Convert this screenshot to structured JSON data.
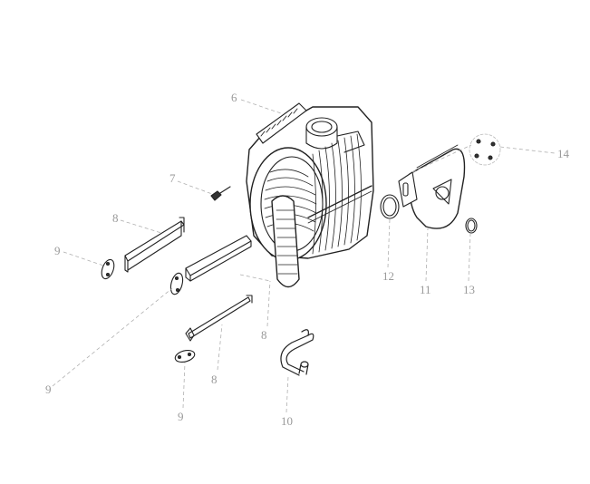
{
  "diagram": {
    "type": "exploded-parts-view",
    "subject": "heat exchanger / burner assembly",
    "colors": {
      "background": "#ffffff",
      "line_art": "#222222",
      "leader_lines": "#b0b0b0",
      "labels": "#9a9a9a"
    },
    "callouts": [
      {
        "id": "c6",
        "label": "6",
        "part": "finned heat exchanger body"
      },
      {
        "id": "c7",
        "label": "7",
        "part": "sensor / electrode"
      },
      {
        "id": "c8a",
        "label": "8",
        "part": "bracket (upper left)"
      },
      {
        "id": "c8b",
        "label": "8",
        "part": "bracket (center)"
      },
      {
        "id": "c8c",
        "label": "8",
        "part": "bracket (lower)"
      },
      {
        "id": "c9a",
        "label": "9",
        "part": "gasket plate (left)"
      },
      {
        "id": "c9b",
        "label": "9",
        "part": "gasket plate (center)"
      },
      {
        "id": "c9c",
        "label": "9",
        "part": "gasket plate (lower)"
      },
      {
        "id": "c10",
        "label": "10",
        "part": "bent tube"
      },
      {
        "id": "c11",
        "label": "11",
        "part": "fan housing cover"
      },
      {
        "id": "c12",
        "label": "12",
        "part": "o-ring (large)"
      },
      {
        "id": "c13",
        "label": "13",
        "part": "o-ring (small)"
      },
      {
        "id": "c14",
        "label": "14",
        "part": "screws (x4)"
      }
    ]
  }
}
